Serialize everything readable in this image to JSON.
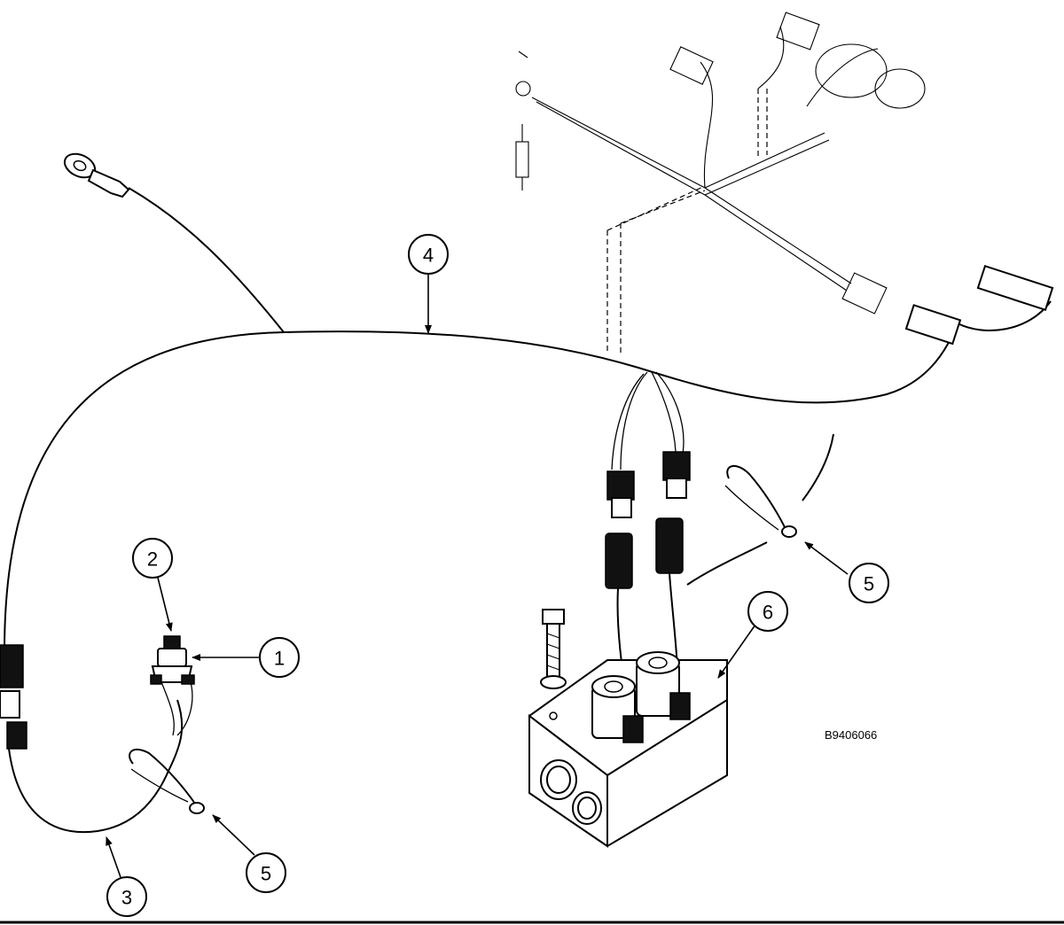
{
  "drawing_code": "B9406066",
  "callouts": [
    {
      "id": "c1",
      "label": "1"
    },
    {
      "id": "c2",
      "label": "2"
    },
    {
      "id": "c3",
      "label": "3"
    },
    {
      "id": "c4",
      "label": "4"
    },
    {
      "id": "c5a",
      "label": "5"
    },
    {
      "id": "c5b",
      "label": "5"
    },
    {
      "id": "c6",
      "label": "6"
    }
  ]
}
